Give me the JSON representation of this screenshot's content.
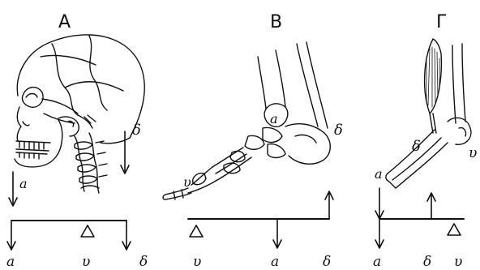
{
  "panels": [
    {
      "key": "A",
      "title": "А",
      "subject": "skull-and-cervical-spine",
      "lever_labels": {
        "a": "а",
        "v": "υ",
        "b": "δ"
      },
      "figure_labels": {
        "a": "а",
        "b": "δ"
      }
    },
    {
      "key": "B",
      "title": "В",
      "subject": "foot-on-toes",
      "lever_labels": {
        "v": "υ",
        "a": "а",
        "b": "δ"
      },
      "figure_labels": {
        "a": "а",
        "v": "υ",
        "b": "δ"
      }
    },
    {
      "key": "G",
      "title": "Г",
      "subject": "forearm-with-biceps",
      "lever_labels": {
        "a": "а",
        "b": "δ",
        "v": "υ"
      },
      "figure_labels": {
        "a": "а",
        "b": "δ",
        "v": "υ"
      }
    }
  ],
  "ink_color": "#111111",
  "background": "#ffffff"
}
